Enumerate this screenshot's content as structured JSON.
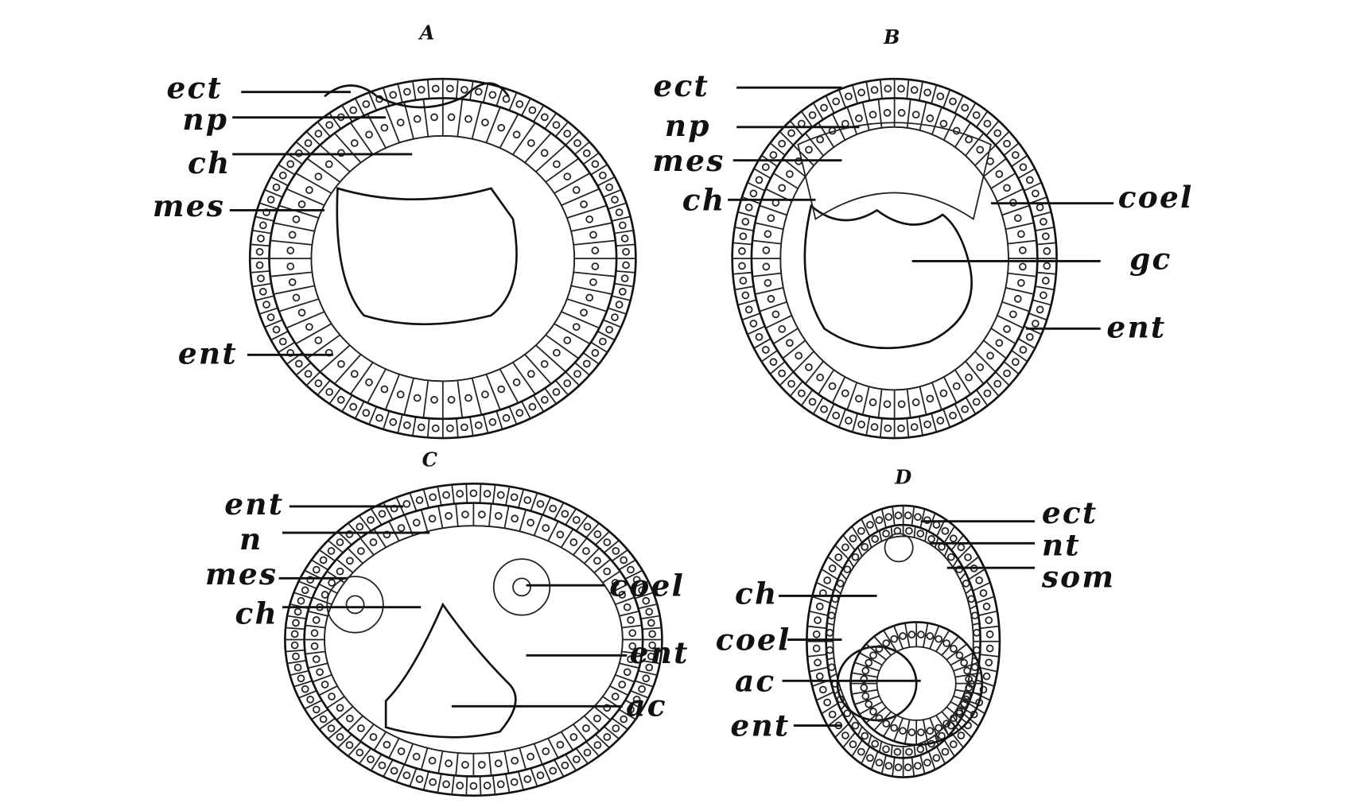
{
  "figure": {
    "panels": [
      {
        "id": "A",
        "title": "A",
        "labels": [
          "ect",
          "np",
          "ch",
          "mes",
          "ent"
        ]
      },
      {
        "id": "B",
        "title": "B",
        "labels": [
          "ect",
          "np",
          "mes",
          "ch",
          "coel",
          "gc",
          "ent"
        ]
      },
      {
        "id": "C",
        "title": "C",
        "labels": [
          "ent",
          "n",
          "mes",
          "ch",
          "coel",
          "ent",
          "ac"
        ]
      },
      {
        "id": "D",
        "title": "D",
        "labels": [
          "ect",
          "nt",
          "som",
          "ch",
          "coel",
          "ac",
          "ent"
        ]
      }
    ]
  }
}
